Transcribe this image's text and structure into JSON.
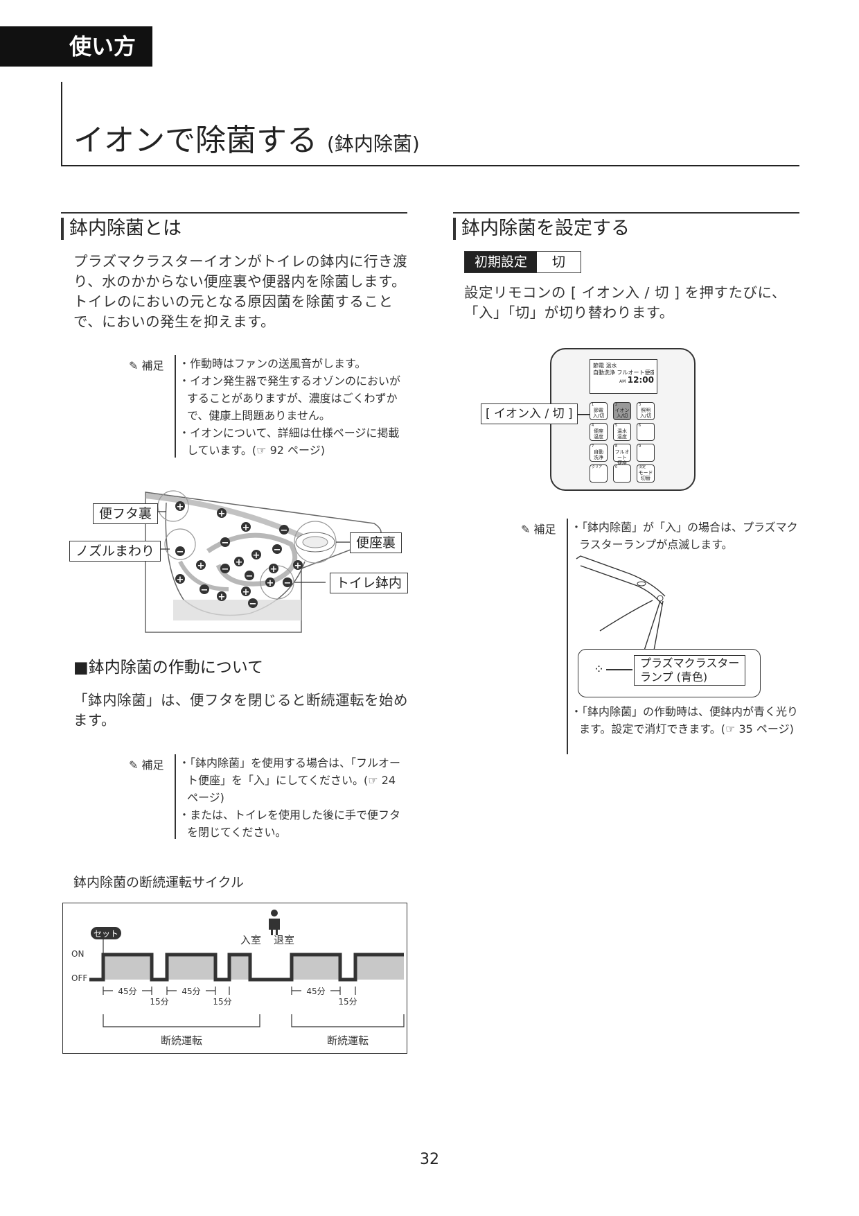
{
  "header": {
    "tag": "使い方"
  },
  "page": {
    "title": "イオンで除菌する",
    "title_sub": "(鉢内除菌)",
    "number": "32"
  },
  "left": {
    "section_title": "鉢内除菌とは",
    "intro": "プラズマクラスターイオンがトイレの鉢内に行き渡り、水のかからない便座裏や便器内を除菌します。トイレのにおいの元となる原因菌を除菌することで、においの発生を抑えます。",
    "note1": {
      "label": "補足",
      "items": [
        "・作動時はファンの送風音がします。",
        "・イオン発生器で発生するオゾンのにおいがすることがありますが、濃度はごくわずかで、健康上問題ありません。",
        "・イオンについて、詳細は仕様ページに掲載しています。(☞ 92 ページ)"
      ]
    },
    "diagram_labels": {
      "lid_back": "便フタ裏",
      "nozzle": "ノズルまわり",
      "seat_back": "便座裏",
      "bowl": "トイレ鉢内"
    },
    "subhead": "■鉢内除菌の作動について",
    "operation_text": "「鉢内除菌」は、便フタを閉じると断続運転を始めます。",
    "note2": {
      "label": "補足",
      "items": [
        "・「鉢内除菌」を使用する場合は、「フルオート便座」を「入」にしてください。(☞ 24 ページ)",
        "・または、トイレを使用した後に手で便フタを閉じてください。"
      ]
    },
    "cycle_caption": "鉢内除菌の断続運転サイクル",
    "cycle": {
      "set_label": "セット",
      "on_label": "ON",
      "off_label": "OFF",
      "enter": "入室",
      "exit": "退室",
      "on_duration": "45分",
      "off_duration": "15分",
      "phase_label": "断続運転"
    }
  },
  "right": {
    "section_title": "鉢内除菌を設定する",
    "initial_label": "初期設定",
    "initial_value": "切",
    "instruction": "設定リモコンの [ イオン入 / 切 ] を押すたびに、「入」「切」が切り替わります。",
    "button_callout": "[ イオン入 / 切 ]",
    "remote": {
      "display_line1": "節電 温水",
      "display_line2": "自動洗浄 フルオート便座",
      "display_ampm": "AM",
      "display_time": "12:00",
      "buttons": [
        {
          "num": "1",
          "top": "節電",
          "bottom": "入/切"
        },
        {
          "num": "2",
          "top": "イオン",
          "bottom": "入/切"
        },
        {
          "num": "3",
          "top": "照明",
          "bottom": "入/切"
        },
        {
          "num": "4",
          "top": "便座",
          "bottom": "温度"
        },
        {
          "num": "5",
          "top": "温水",
          "bottom": "温度"
        },
        {
          "num": "6",
          "top": "",
          "bottom": ""
        },
        {
          "num": "7",
          "top": "自動",
          "bottom": "洗浄"
        },
        {
          "num": "8",
          "top": "フルオート",
          "bottom": "便座"
        },
        {
          "num": "9",
          "top": "",
          "bottom": ""
        },
        {
          "num": "クリア",
          "top": "",
          "bottom": ""
        },
        {
          "num": "0",
          "top": "",
          "bottom": ""
        },
        {
          "num": "決定",
          "top": "モード",
          "bottom": "切替"
        }
      ]
    },
    "note": {
      "label": "補足",
      "item1": "・「鉢内除菌」が「入」の場合は、プラズマクラスターランプが点滅します。",
      "lamp_label_1": "プラズマクラスター",
      "lamp_label_2": "ランプ (青色)",
      "item2": "・「鉢内除菌」の作動時は、便鉢内が青く光ります。設定で消灯できます。(☞ 35 ページ)"
    }
  }
}
